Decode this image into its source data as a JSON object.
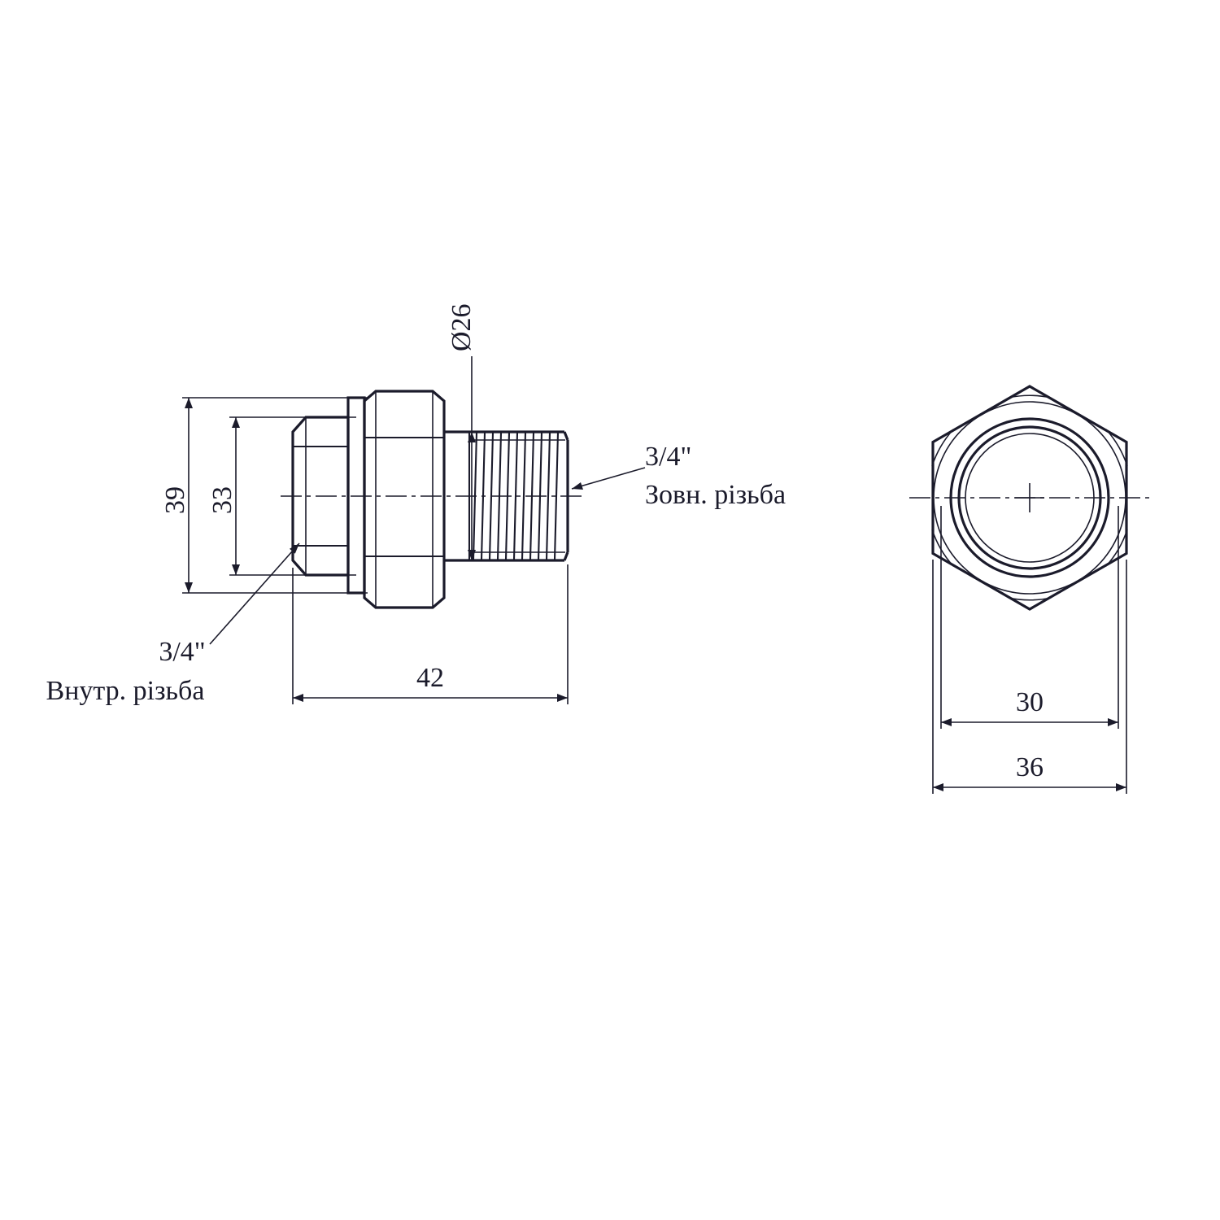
{
  "colors": {
    "line": "#1b1b2b",
    "background": "#ffffff"
  },
  "side_view": {
    "dimensions": {
      "thread_diameter": "Ø26",
      "flange_height": "39",
      "nut_height": "33",
      "length": "42"
    },
    "callouts": {
      "external_thread": {
        "size": "3/4\"",
        "label": "Зовн. різьба"
      },
      "internal_thread": {
        "size": "3/4\"",
        "label": "Внутр. різьба"
      }
    }
  },
  "end_view": {
    "dimensions": {
      "inner_width": "30",
      "outer_width": "36"
    }
  }
}
